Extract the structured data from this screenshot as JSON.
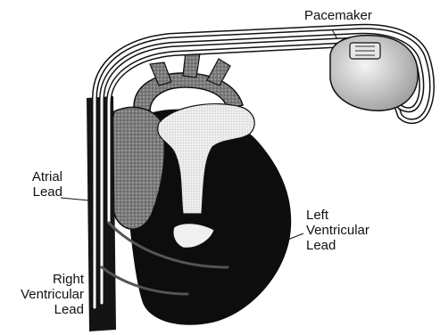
{
  "labels": {
    "pacemaker": "Pacemaker",
    "atrial": [
      "Atrial",
      "Lead"
    ],
    "left_ventricular": [
      "Left",
      "Ventricular",
      "Lead"
    ],
    "right_ventricular": [
      "Right",
      "Ventricular",
      "Lead"
    ]
  },
  "colors": {
    "heart": "#0d0d0d",
    "shading": "#6e6e6e",
    "vessel_highlight": "#f0f0f0",
    "lead": "#ffffff",
    "device": "#d9d9d9",
    "text": "#111111"
  }
}
